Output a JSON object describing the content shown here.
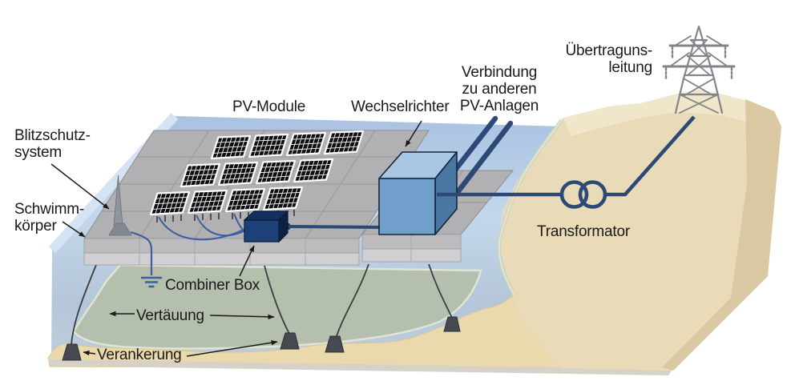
{
  "diagram": {
    "labels": {
      "blitzschutzsystem": "Blitzschutz-\nsystem",
      "schwimmkoerper": "Schwimm-\nkörper",
      "pv_module": "PV-Module",
      "wechselrichter": "Wechselrichter",
      "verbindung_pv_anlagen": "Verbindung\nzu anderen\nPV-Anlagen",
      "uebertragungsleitung": "Übertraguns-\nleitung",
      "transformator": "Transformator",
      "combiner_box": "Combiner Box",
      "vertaeuung": "Vertäuung",
      "verankerung": "Verankerung"
    },
    "colors": {
      "water_surface_top": "#a9c2e1",
      "water_surface_light": "#c3d7ec",
      "water_front_face": "#b4c6d8",
      "water_edge_band": "#d5e4f4",
      "underwater_bank": "#b4bfae",
      "sand": "#e9d9ac",
      "land_base": "#e9dab8",
      "land_ridge": "#f1e7cb",
      "land_side": "#d9c7a0",
      "shore_fringe": "#ccd3bd",
      "platform_top": "#b1b1b3",
      "platform_front_upper": "#bcbcbe",
      "platform_front_lower": "#d0d0d2",
      "panel_black": "#0e0e10",
      "panel_frame_white": "#ffffff",
      "cable_navy": "#2d4a76",
      "pv_cable_blue": "#3b5fa0",
      "inverter_top": "#a9c7e2",
      "inverter_front": "#6f9fca",
      "inverter_side": "#4a78a5",
      "combiner_front": "#1d4076",
      "combiner_top": "#12305c",
      "combiner_side": "#0c2144",
      "anchor_grey": "#46494f",
      "mooring_grey": "#3a3d42",
      "tower_grey": "#83838a",
      "rod_grey": "#8f949e",
      "label_text": "#1a1a1a"
    }
  }
}
